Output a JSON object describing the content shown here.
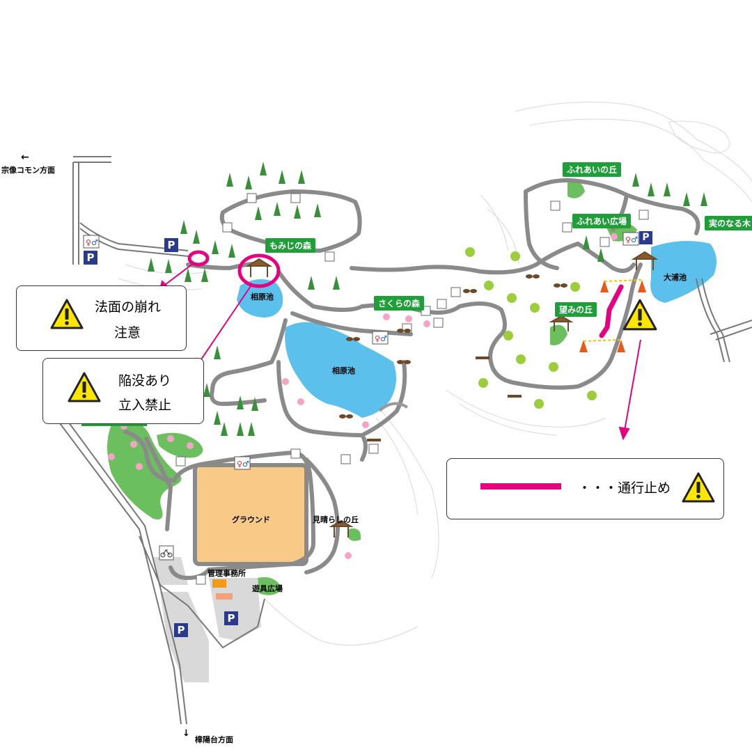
{
  "directions": {
    "munakata": "宗像コモン方面",
    "munakata_arrow": "←",
    "shoyodai": "樟陽台方面",
    "shoyodai_arrow": "↓"
  },
  "places": {
    "momiji": "もみじの森",
    "sakura": "さくらの森",
    "fureai_oka": "ふれあいの丘",
    "fureai_hiroba": "ふれあい広場",
    "minoru": "実のなる木",
    "nozomi": "望みの丘",
    "pond_small": "相原池",
    "pond_large": "相原池",
    "pond_oura": "大浦池",
    "ground": "グラウンド",
    "miharashi": "見晴らしの丘",
    "office": "管理事務所",
    "yugu": "遊具広場"
  },
  "notices": {
    "slope_line1": "法面の崩れ",
    "slope_line2": "注意",
    "sink_line1": "陥没あり",
    "sink_line2": "立入禁止",
    "legend": "・・・通行止め"
  },
  "icons": {
    "parking": "P",
    "warning": "warning-triangle-icon",
    "toilet": "toilet-icon",
    "bicycle": "bicycle-icon",
    "stairs": "stairs-icon"
  },
  "colors": {
    "road": "#8a8a8a",
    "water": "#5bc0eb",
    "grass": "#6cbf5e",
    "ground": "#f8c987",
    "label_green": "#1f9e3a",
    "closed": "#e4007f",
    "parking": "#2a3a8c",
    "warning_fill": "#ffe600"
  }
}
